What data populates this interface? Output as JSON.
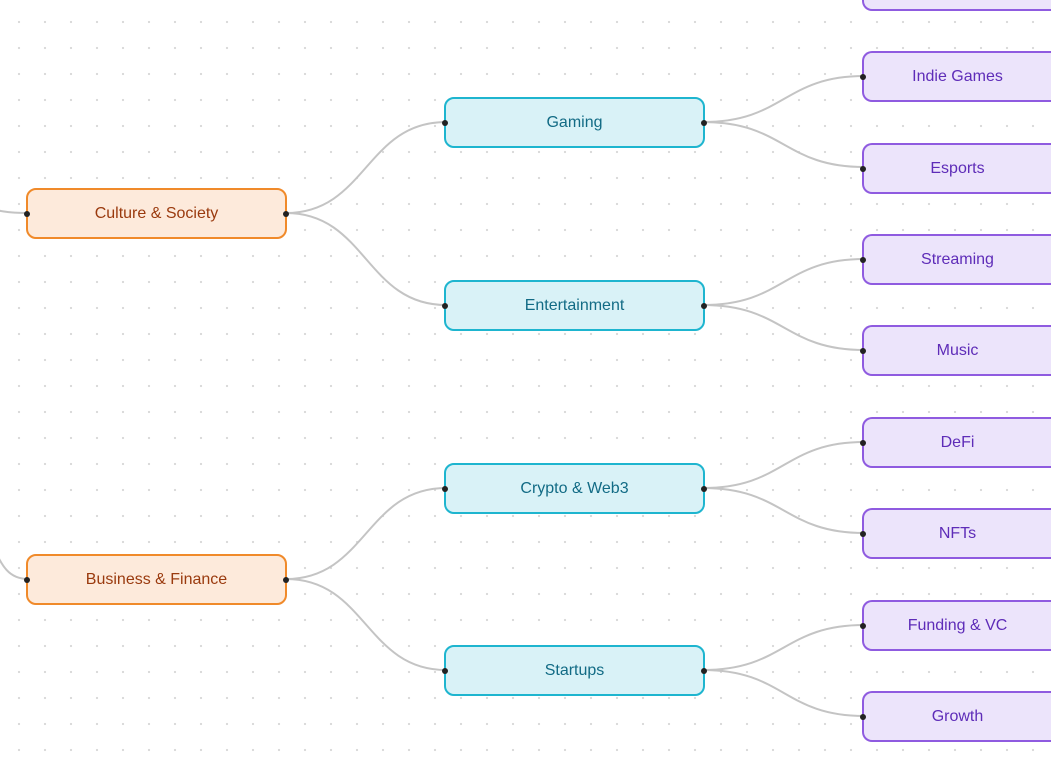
{
  "mindmap": {
    "level1": [
      {
        "id": "culture",
        "label": "Culture & Society"
      },
      {
        "id": "business",
        "label": "Business & Finance"
      }
    ],
    "level2": [
      {
        "id": "gaming",
        "label": "Gaming"
      },
      {
        "id": "entertainment",
        "label": "Entertainment"
      },
      {
        "id": "crypto",
        "label": "Crypto & Web3"
      },
      {
        "id": "startups",
        "label": "Startups"
      }
    ],
    "level3": [
      {
        "id": "indie-games",
        "label": "Indie Games"
      },
      {
        "id": "esports",
        "label": "Esports"
      },
      {
        "id": "streaming",
        "label": "Streaming"
      },
      {
        "id": "music",
        "label": "Music"
      },
      {
        "id": "defi",
        "label": "DeFi"
      },
      {
        "id": "nfts",
        "label": "NFTs"
      },
      {
        "id": "funding-vc",
        "label": "Funding & VC"
      },
      {
        "id": "growth",
        "label": "Growth"
      }
    ]
  },
  "colors": {
    "edge": "#c4c4c4",
    "level1_border": "#f08a2a",
    "level2_border": "#1eb5cf",
    "level3_border": "#8f5be0"
  }
}
